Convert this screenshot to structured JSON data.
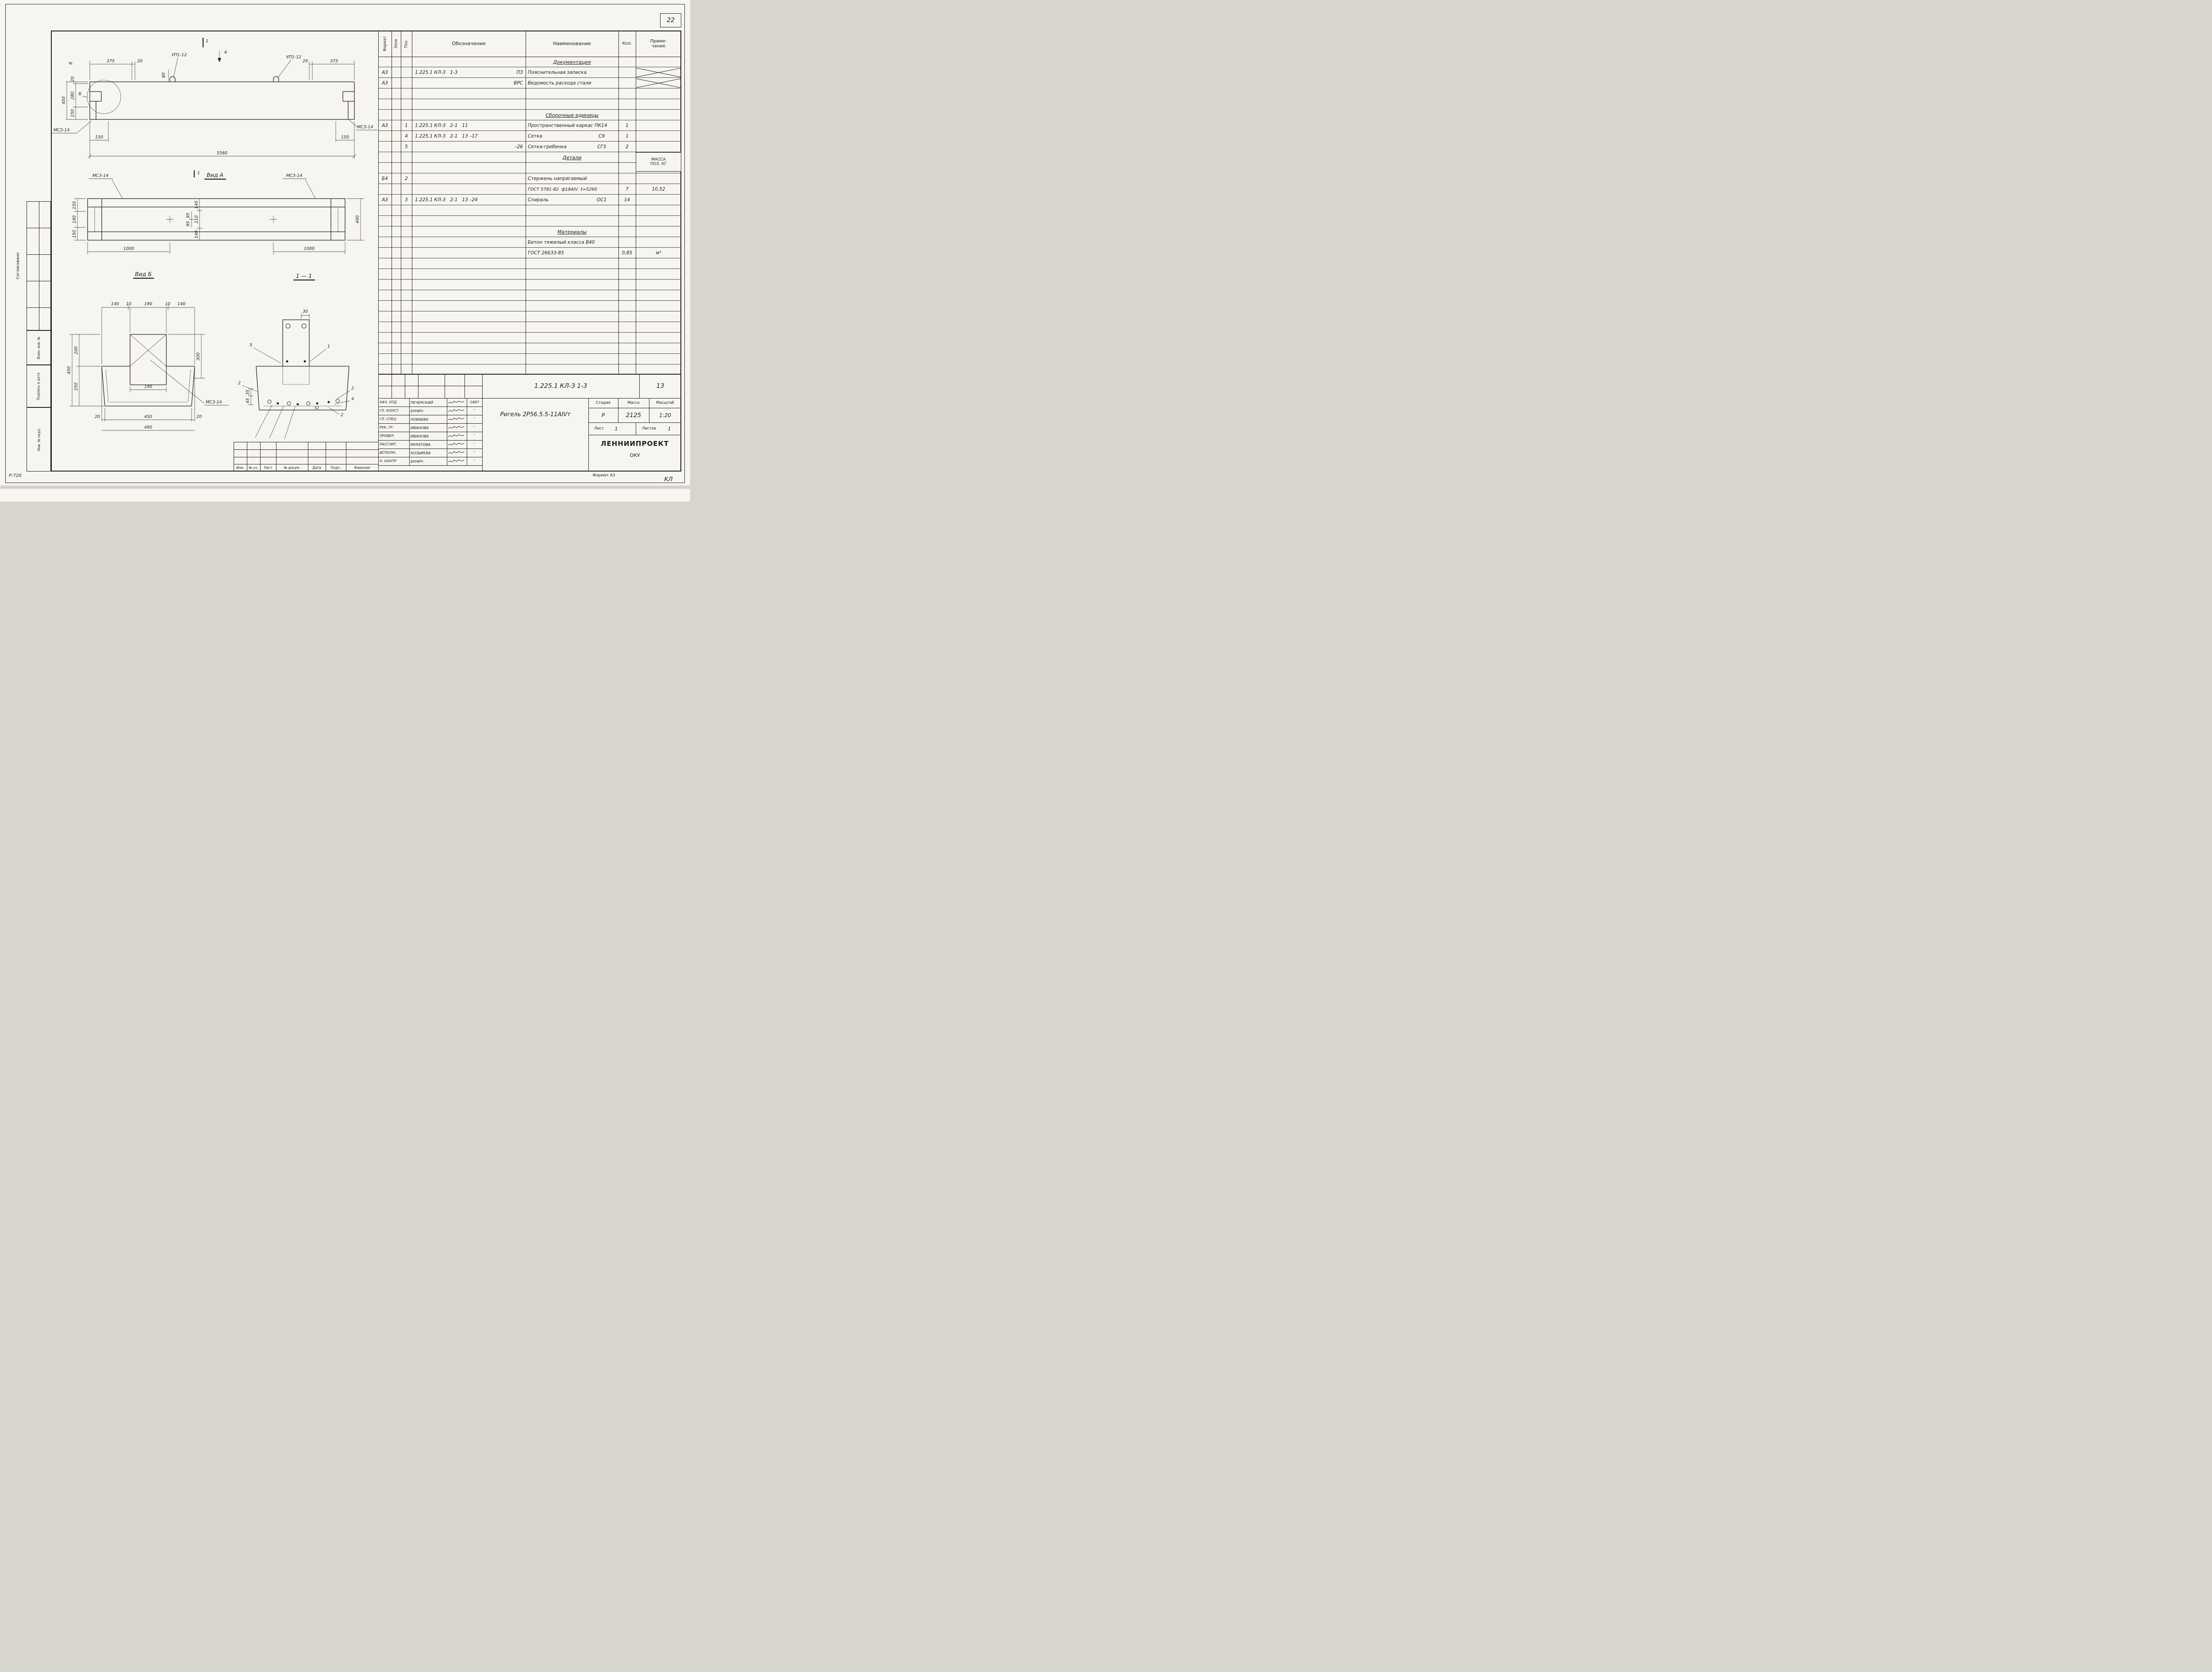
{
  "page": {
    "sheet_number": "22",
    "corner_mark": "КЛ",
    "archive_code": "Р-720",
    "format_note": "Формат А3"
  },
  "left_strip": {
    "soglasovano": "Согласовано",
    "vzam_inv": "Взам. инв. №",
    "podpis_i_data": "Подпись и дата",
    "inv_podl": "Инв. № подл."
  },
  "revision_table": {
    "col_izm": "Изм.",
    "col_uch": "№ уч.",
    "col_list": "Лист",
    "col_dokum": "№ докум.",
    "col_data": "Дата",
    "col_podp": "Подп.",
    "col_familia": "Фамилия"
  },
  "spec": {
    "headers": {
      "format": "Формат",
      "zona": "Зона",
      "poz": "Поз.",
      "oboznachenie": "Обозначение",
      "naimenovanie": "Наименование",
      "kol": "Кол.",
      "prim1": "Приме-",
      "prim2": "чание"
    },
    "sections": {
      "documentation": "Документация",
      "assembly": "Сборочные единицы",
      "details": "Детали",
      "materials": "Материалы"
    },
    "mass": {
      "line1": "МАССА",
      "line2": "ПОЗ. КГ"
    },
    "rows": [
      {
        "f": "А3",
        "o": "1.225.1 КЛ-3   1-3",
        "o2": "ПЗ",
        "n": "Пояснительная записка"
      },
      {
        "f": "А3",
        "o2": "ВРС",
        "n": "Ведомость расхода стали"
      },
      {
        "f": "А3",
        "p": "1",
        "o": "1.225.1 КЛ-3   2-1   11",
        "n": "Пространственный каркас ПК14",
        "k": "1"
      },
      {
        "p": "4",
        "o": "1.225.1 КЛ-3   2-1   13 –17",
        "n": "Сетка",
        "n2": "С9",
        "k": "1"
      },
      {
        "p": "5",
        "o2": "–26",
        "n": "Сетка-гребенка",
        "n2": "СГ3",
        "k": "2"
      },
      {
        "f": "Б4",
        "p": "2",
        "n": "Стержень напрягаемый"
      },
      {
        "n": "ГОСТ 5781-82  ф18АIV  ℓ=5260",
        "k": "7",
        "pr": "10,52"
      },
      {
        "f": "А3",
        "p": "3",
        "o": "1.225.1 КЛ-3   2-1   13 –24",
        "n": "Спираль",
        "n2": "ОС1",
        "k": "14"
      },
      {
        "n": "Бетон тяжелый класса В40"
      },
      {
        "n": "ГОСТ 26633-85",
        "k": "0,85",
        "pr": "м³"
      }
    ]
  },
  "title_block": {
    "doc_number": "1.225.1 КЛ-3  1-3",
    "sheet_code": "13",
    "signers": [
      {
        "role": "НАЧ. ОТД",
        "name": "ПЕЧЕРСКИЙ",
        "date": "1987"
      },
      {
        "role": "ГЛ. КОНСТ",
        "name": "БУНИЧ",
        "date": "″"
      },
      {
        "role": "ГЛ. СПЕЦ",
        "name": "НОВАЕВА",
        "date": "″"
      },
      {
        "role": "РУК. ГР.",
        "name": "ИВАНОВА",
        "date": "″"
      },
      {
        "role": "ПРОВЕР.",
        "name": "ИВАНОВА",
        "date": "″"
      },
      {
        "role": "РАССЧИТ.",
        "name": "МУРАТОВА",
        "date": "″"
      },
      {
        "role": "ИСПОЛН.",
        "name": "КОЗЫРЕВА",
        "date": "″"
      },
      {
        "role": "Н. КОНТР",
        "name": "БУНИЧ",
        "date": "″"
      }
    ],
    "title": "Ригель 2Р56.5.5-11АIVт",
    "stage_label": "Стадия",
    "stage": "Р",
    "mass_label": "Масса",
    "mass": "2125",
    "scale_label": "Масштаб",
    "scale": "1:20",
    "sheet_label": "Лист",
    "sheet": "1",
    "sheets_label": "Листов",
    "sheets": "1",
    "org": "ЛЕННИИПРОЕКТ",
    "org_dept": "ОКУ"
  },
  "dwg": {
    "elev": {
      "cut_mark": "1",
      "view_label": "А",
      "detail_label": "Б",
      "loop_left": "УП1-12",
      "loop_right": "УП1-12",
      "dim_375_l": "375",
      "dim_20_l": "20",
      "dim_20_r": "20",
      "dim_375_r": "375",
      "dim_80": "80",
      "dim_8": "8",
      "dim_20_h": "20",
      "dim_280": "280",
      "dim_150_h": "150",
      "dim_450": "450",
      "mc3_left": "МС3-14",
      "mc3_right": "МС3-14",
      "dim_150_bl": "150",
      "dim_150_br": "150",
      "dim_5560": "5560"
    },
    "vida": {
      "title": "Вид А",
      "cut_mark": "1",
      "mc3_left": "МС3-14",
      "mc3_right": "МС3-14",
      "dim_150_t": "150",
      "dim_190": "190",
      "dim_150_b": "150",
      "dim_95_a": "95",
      "dim_95_b": "95",
      "dim_140_t": "140",
      "dim_210": "210",
      "dim_140_b": "140",
      "dim_490": "490",
      "dim_1000_l": "1000",
      "dim_1000_r": "1000"
    },
    "vidb": {
      "title": "Вид Б",
      "dim_140_l": "140",
      "dim_10_l": "10",
      "dim_190_t": "190",
      "dim_10_r": "10",
      "dim_140_r": "140",
      "dim_200": "200",
      "dim_250": "250",
      "dim_450_s": "450",
      "dim_300": "300",
      "dim_190_i": "190",
      "dim_20_l": "20",
      "dim_450_b": "450",
      "dim_20_r": "20",
      "dim_490": "490",
      "mc3": "МС3-14"
    },
    "s11": {
      "title": "1 — 1",
      "dim_30": "30",
      "dim_35": "35",
      "dim_45": "45",
      "dim_52": "52",
      "c5": "5",
      "c1": "1",
      "c2l": "2",
      "c2r": "2",
      "c4": "4",
      "c2b": "2"
    }
  }
}
